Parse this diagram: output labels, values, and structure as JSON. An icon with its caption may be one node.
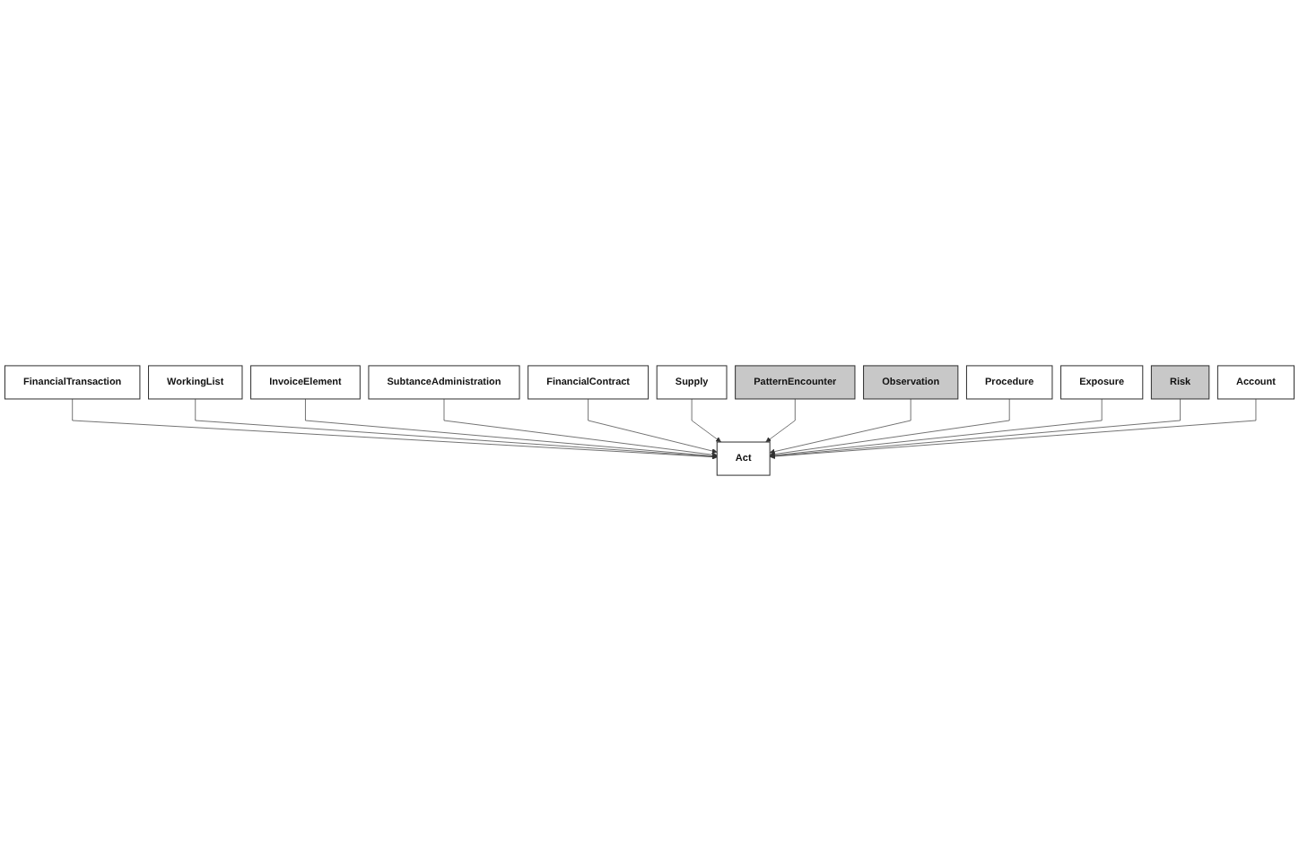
{
  "diagram": {
    "nodes": [
      {
        "text": [
          "WorkingList"
        ]
      },
      {
        "text": [
          "FinancialTransaction"
        ]
      },
      {
        "text": [
          "SubtanceAdministration"
        ]
      },
      {
        "text": [
          "InvoiceElement"
        ]
      },
      {
        "text": [
          "PatternEncounter"
        ]
      },
      {
        "text": [
          "FinancialContract"
        ]
      },
      {
        "text": [
          "Act"
        ]
      },
      {
        "text": [
          "Observation"
        ]
      },
      {
        "text": [
          "Supply"
        ]
      },
      {
        "text": [
          "Procedure"
        ]
      },
      {
        "text": [
          "Exposure"
        ]
      },
      {
        "text": [
          "Risk"
        ]
      },
      {
        "text": [
          "Account"
        ]
      }
    ],
    "edges": [
      {
        "from": 1,
        "to": 6,
        "arrow": "to"
      },
      {
        "from": 0,
        "to": 6,
        "arrow": "to"
      },
      {
        "from": 3,
        "to": 6,
        "arrow": "to"
      },
      {
        "from": 2,
        "to": 6,
        "arrow": "to"
      },
      {
        "from": 5,
        "to": 6,
        "arrow": "to"
      },
      {
        "from": 8,
        "to": 6,
        "arrow": "to"
      },
      {
        "from": 4,
        "to": 6,
        "arrow": "to"
      },
      {
        "from": 7,
        "to": 6,
        "arrow": "to"
      },
      {
        "from": 9,
        "to": 6,
        "arrow": "to"
      },
      {
        "from": 10,
        "to": 6,
        "arrow": "to"
      },
      {
        "from": 11,
        "to": 6,
        "arrow": "to"
      },
      {
        "from": 12,
        "to": 6,
        "arrow": "to"
      }
    ]
  }
}
